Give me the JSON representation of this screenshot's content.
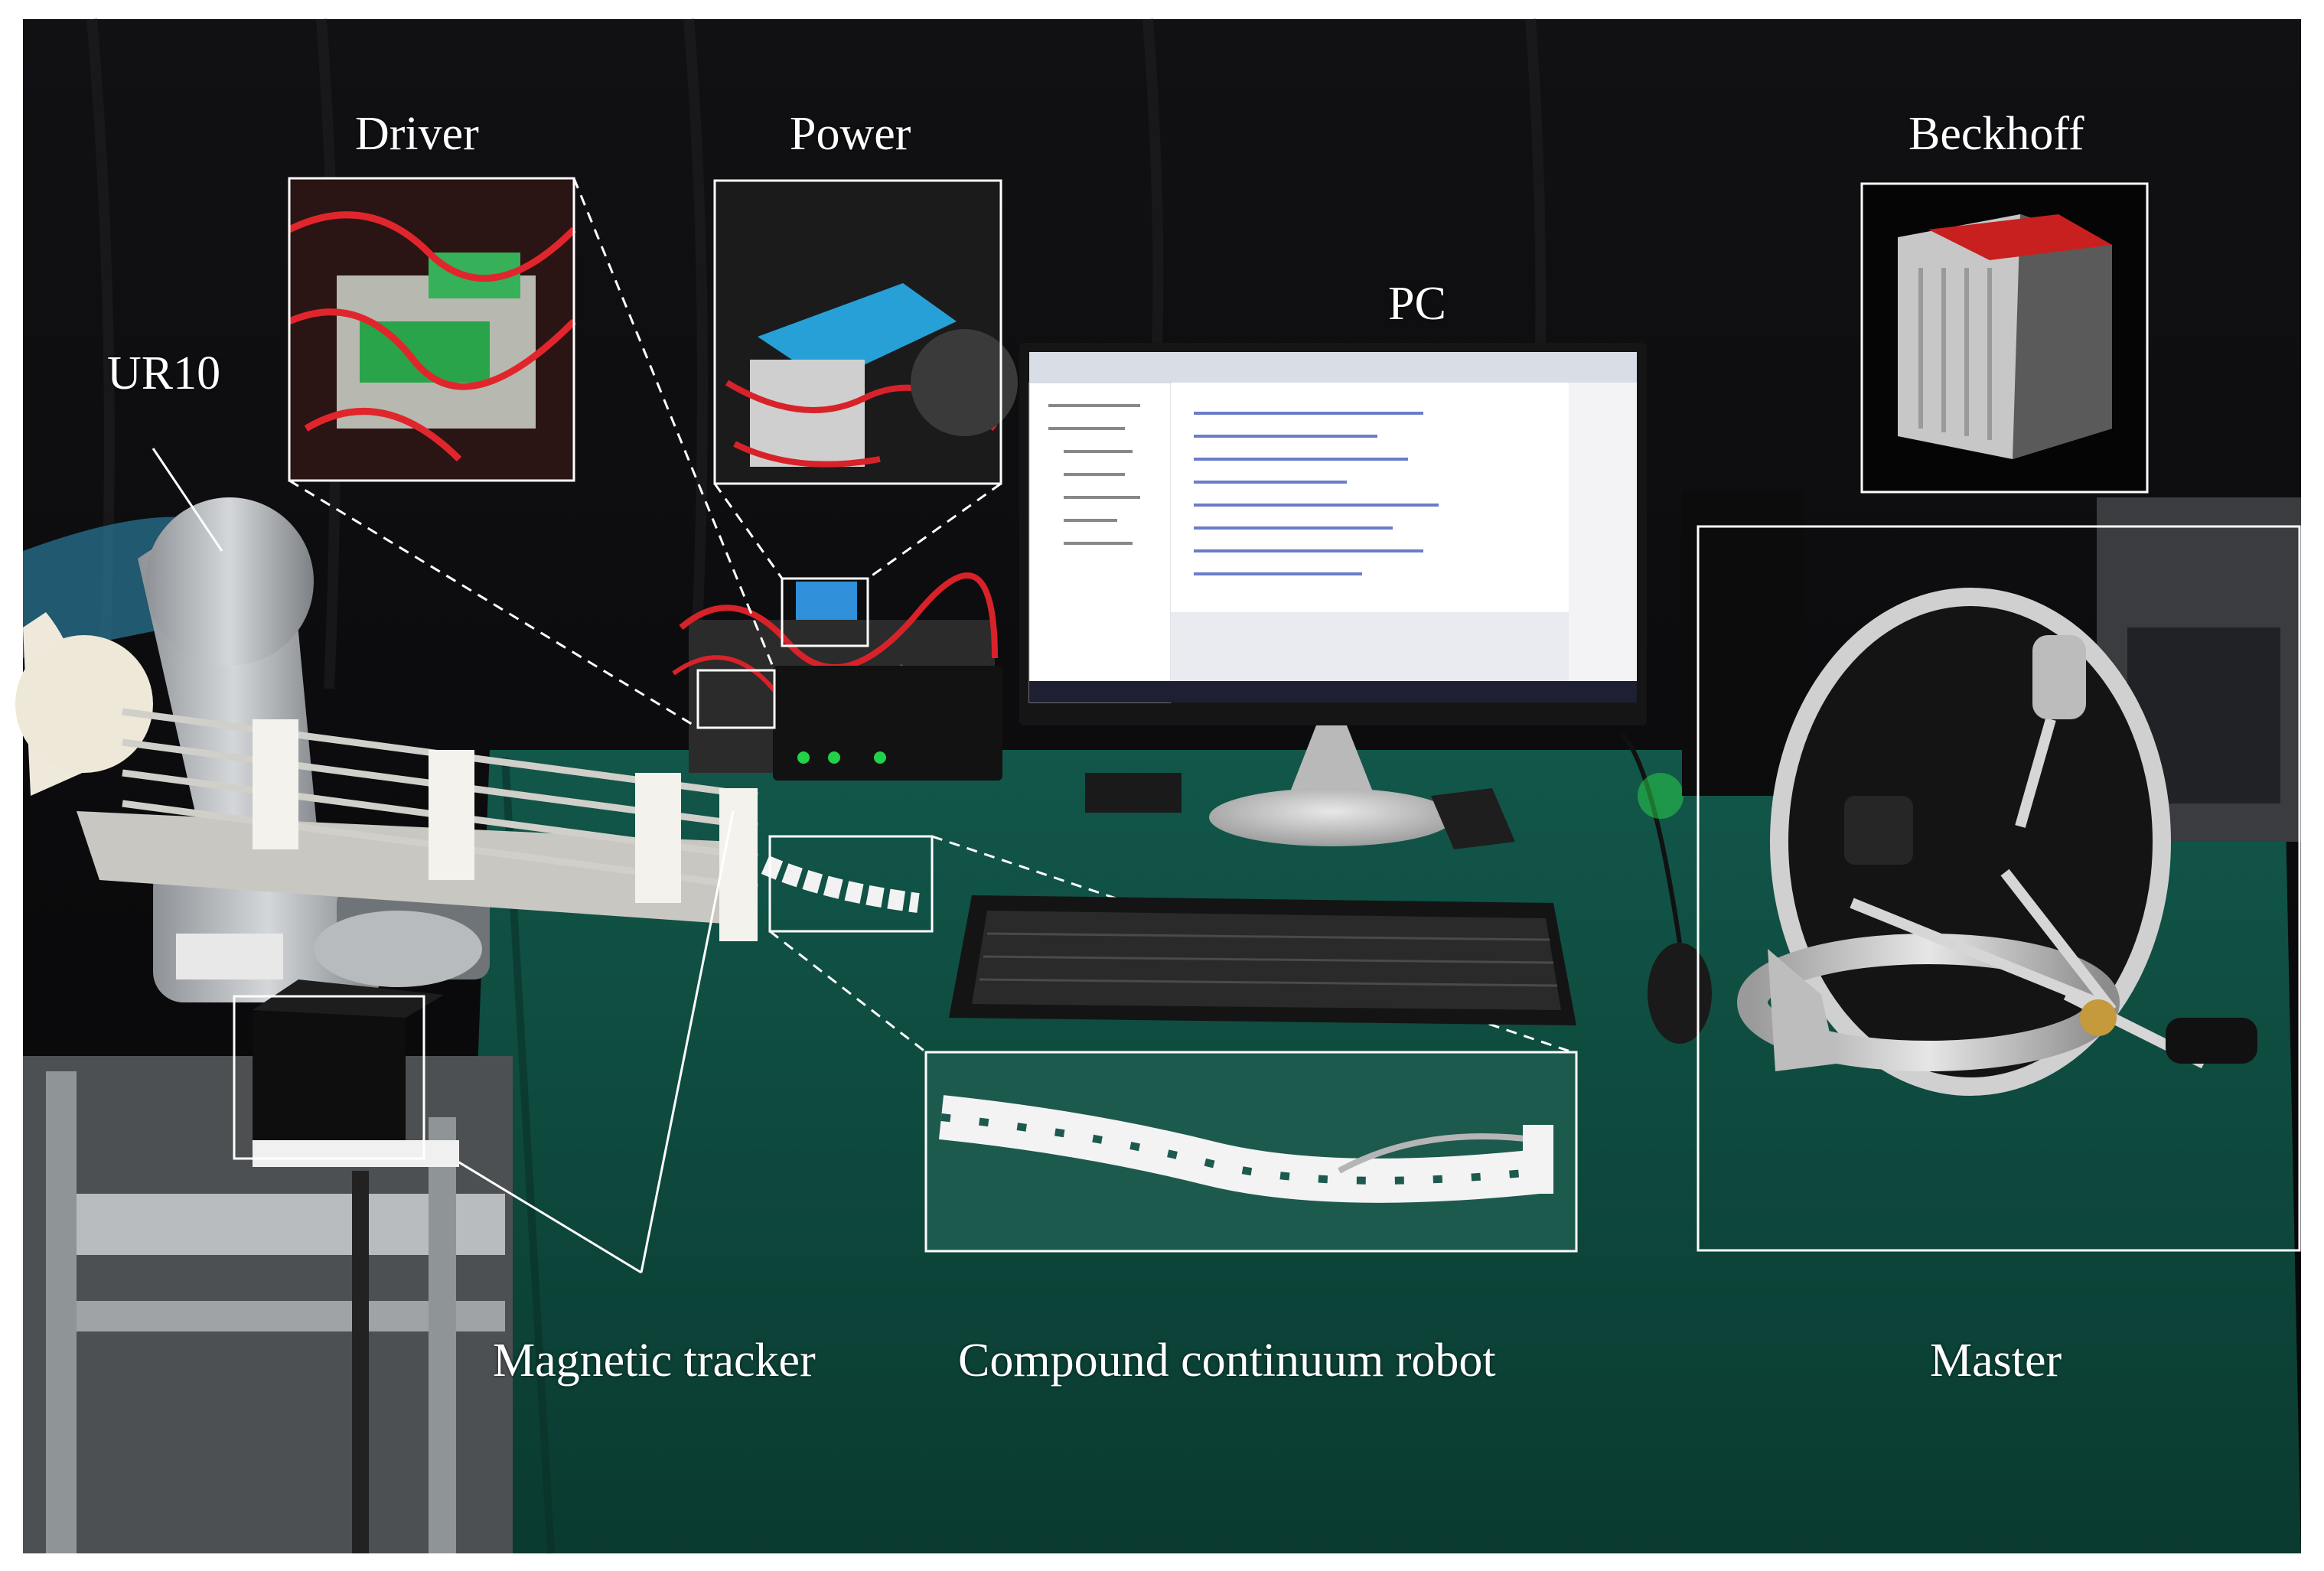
{
  "labels": {
    "ur10": "UR10",
    "driver": "Driver",
    "power": "Power",
    "pc": "PC",
    "beckhoff": "Beckhoff",
    "magnetic_tracker": "Magnetic tracker",
    "compound_continuum_robot": "Compound continuum robot",
    "master": "Master"
  },
  "colors": {
    "backdrop": "#0b0b0d",
    "table_cloth": "#0e4b3e",
    "aluminum": "#b9bcbf",
    "wire_red": "#d8222a",
    "screen": "#f3f3f6",
    "beckhoff_red": "#c8201e",
    "callout_line": "#ffffff"
  }
}
